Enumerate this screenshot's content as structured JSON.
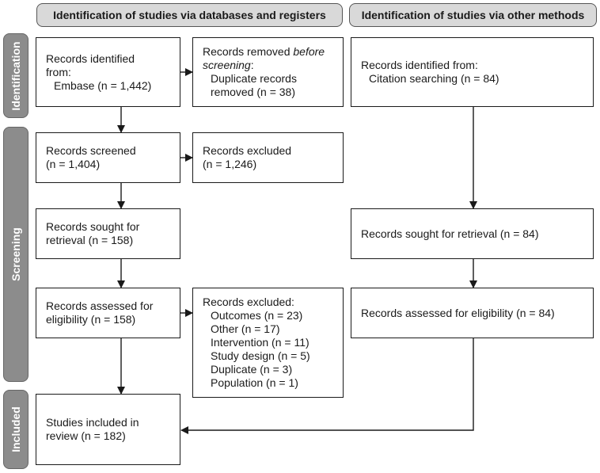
{
  "headers": {
    "databases": "Identification of studies via databases and  registers",
    "other": "Identification of studies via other methods"
  },
  "stages": {
    "identification": "Identification",
    "screening": "Screening",
    "included": "Included"
  },
  "db": {
    "identified": {
      "title": "Records identified from:",
      "line_a": "Records identified",
      "line_b": "from:",
      "item": "Embase (n = 1,442)"
    },
    "removed": {
      "prefix": "Records removed ",
      "italic_a": "before",
      "italic_b": "screening",
      "colon": ":",
      "item_a": "Duplicate records",
      "item_b": "removed (n = 38)"
    },
    "screened": {
      "line_a": "Records screened",
      "line_b": "(n = 1,404)"
    },
    "excluded_screen": {
      "line_a": "Records excluded",
      "line_b": "(n = 1,246)"
    },
    "sought": {
      "line_a": "Records sought for",
      "line_b": "retrieval (n = 158)"
    },
    "assessed": {
      "line_a": "Records assessed for",
      "line_b": "eligibility (n = 158)"
    },
    "excluded_reasons": {
      "title": "Records excluded:",
      "reasons": [
        "Outcomes (n = 23)",
        "Other (n = 17)",
        "Intervention (n = 11)",
        "Study design (n = 5)",
        "Duplicate (n = 3)",
        "Population (n = 1)"
      ]
    },
    "included": {
      "line_a": "Studies included in",
      "line_b": "review (n = 182)"
    }
  },
  "other": {
    "identified": {
      "line_a": "Records identified from:",
      "item": "Citation searching (n = 84)"
    },
    "sought": "Records sought for retrieval (n = 84)",
    "assessed": "Records assessed for eligibility (n = 84)"
  }
}
